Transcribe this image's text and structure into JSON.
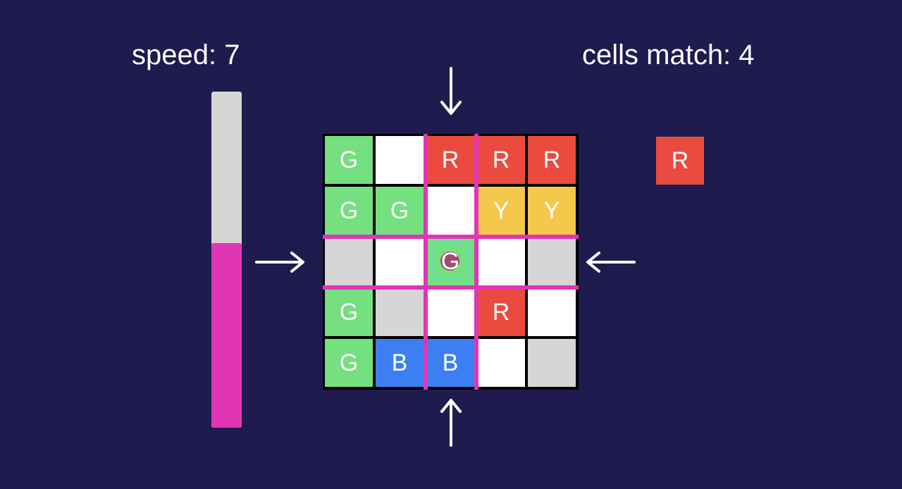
{
  "hud": {
    "speed_label": "speed: 7",
    "match_label": "cells match: 4"
  },
  "speed_meter": {
    "level_fraction": 0.55,
    "track_color": "#d6d6d6",
    "fill_color": "#e036b6"
  },
  "colors": {
    "background": "#1f1b4f",
    "G": "#74e07f",
    "R": "#ea4b3e",
    "Y": "#f4c84b",
    "B": "#3b7ff2",
    "empty": "#ffffff",
    "blocked": "#d6d6d6",
    "guide": "#e036b6"
  },
  "board": {
    "rows": 5,
    "cols": 5,
    "cells": [
      [
        "G",
        "empty",
        "R",
        "R",
        "R"
      ],
      [
        "G",
        "G",
        "empty",
        "Y",
        "Y"
      ],
      [
        "blocked",
        "empty",
        "active",
        "empty",
        "blocked"
      ],
      [
        "G",
        "blocked",
        "empty",
        "R",
        "empty"
      ],
      [
        "G",
        "B",
        "B",
        "empty",
        "blocked"
      ]
    ],
    "guide_rows": [
      2
    ],
    "guide_cols": [
      2
    ]
  },
  "active_piece": {
    "row": 2,
    "col": 2,
    "letter": "G",
    "color": "G",
    "overlay_glyph": "o"
  },
  "next_piece": {
    "letter": "R",
    "color": "R"
  },
  "arrows": {
    "top": "down-arrow-icon",
    "bottom": "up-arrow-icon",
    "left": "right-arrow-icon",
    "right": "left-arrow-icon"
  }
}
